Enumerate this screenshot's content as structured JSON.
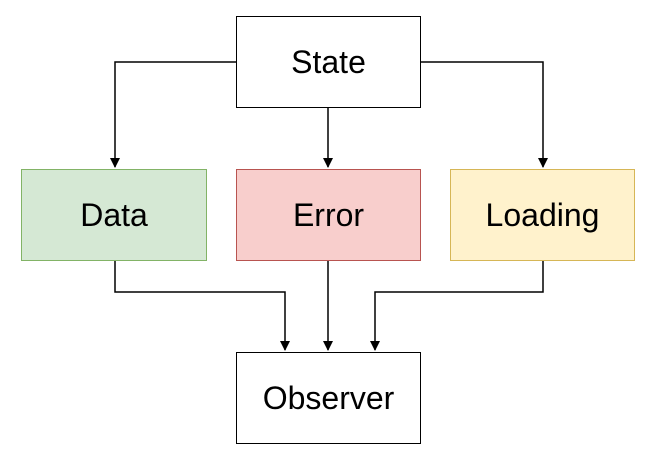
{
  "nodes": {
    "state": {
      "label": "State",
      "fill": "#ffffff",
      "stroke": "#000000"
    },
    "data": {
      "label": "Data",
      "fill": "#d5e8d4",
      "stroke": "#82b366"
    },
    "error": {
      "label": "Error",
      "fill": "#f8cecc",
      "stroke": "#b85450"
    },
    "loading": {
      "label": "Loading",
      "fill": "#fff2cc",
      "stroke": "#d6b656"
    },
    "observer": {
      "label": "Observer",
      "fill": "#ffffff",
      "stroke": "#000000"
    }
  },
  "edges": [
    {
      "from": "state",
      "to": "data"
    },
    {
      "from": "state",
      "to": "error"
    },
    {
      "from": "state",
      "to": "loading"
    },
    {
      "from": "data",
      "to": "observer"
    },
    {
      "from": "error",
      "to": "observer"
    },
    {
      "from": "loading",
      "to": "observer"
    }
  ],
  "edge_color": "#000000"
}
